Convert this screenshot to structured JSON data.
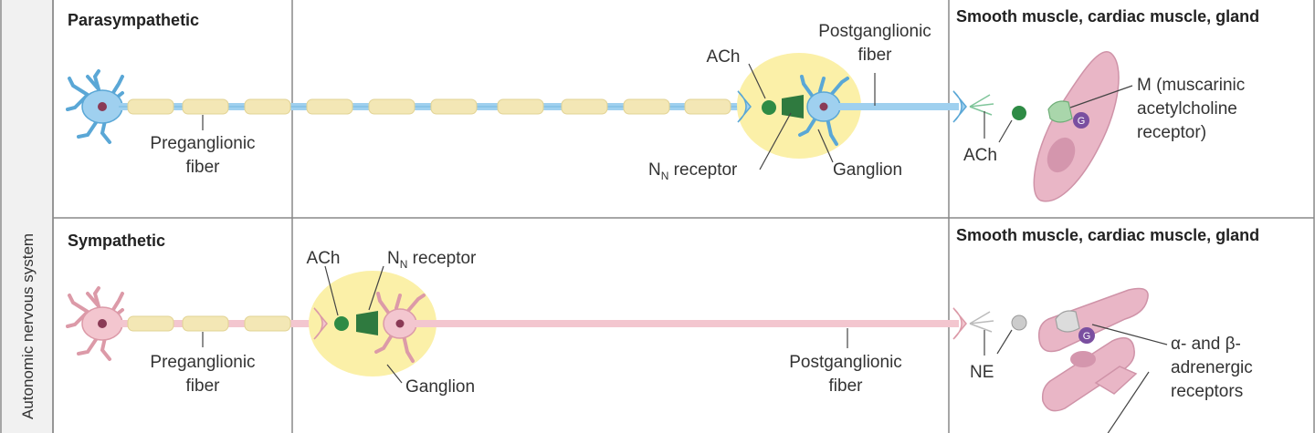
{
  "side_label": "Autonomic nervous system",
  "rows": {
    "parasympathetic": {
      "title": "Parasympathetic",
      "target_title": "Smooth muscle, cardiac muscle, gland",
      "preganglionic_1": "Preganglionic",
      "preganglionic_2": "fiber",
      "ach_ganglion": "ACh",
      "postganglionic_1": "Postganglionic",
      "postganglionic_2": "fiber",
      "nn_receptor_main": "N",
      "nn_receptor_sub": "N",
      "nn_receptor_rest": " receptor",
      "ganglion": "Ganglion",
      "ach_target": "ACh",
      "receptor_1": "M (muscarinic",
      "receptor_2": "acetylcholine",
      "receptor_3": "receptor)",
      "g_protein": "G"
    },
    "sympathetic": {
      "title": "Sympathetic",
      "target_title": "Smooth muscle, cardiac muscle, gland",
      "preganglionic_1": "Preganglionic",
      "preganglionic_2": "fiber",
      "ach_ganglion": "ACh",
      "nn_receptor_main": "N",
      "nn_receptor_sub": "N",
      "nn_receptor_rest": " receptor",
      "ganglion": "Ganglion",
      "postganglionic_1": "Postganglionic",
      "postganglionic_2": "fiber",
      "ne_target": "NE",
      "receptor_1": "α- and β-",
      "receptor_2": "adrenergic",
      "receptor_3": "receptors",
      "g_protein": "G"
    }
  },
  "colors": {
    "parasympathetic_neuron": "#9fd0ef",
    "sympathetic_neuron": "#f3c6cf",
    "myelin": "#f3e7b5",
    "ganglion_fill": "#fbf0a8",
    "ach_vesicle": "#2e8b45",
    "nn_receptor": "#2f7a3f",
    "ne_vesicle": "#cccccc",
    "muscle": "#e9b6c6",
    "g_protein": "#7a4fa0"
  }
}
